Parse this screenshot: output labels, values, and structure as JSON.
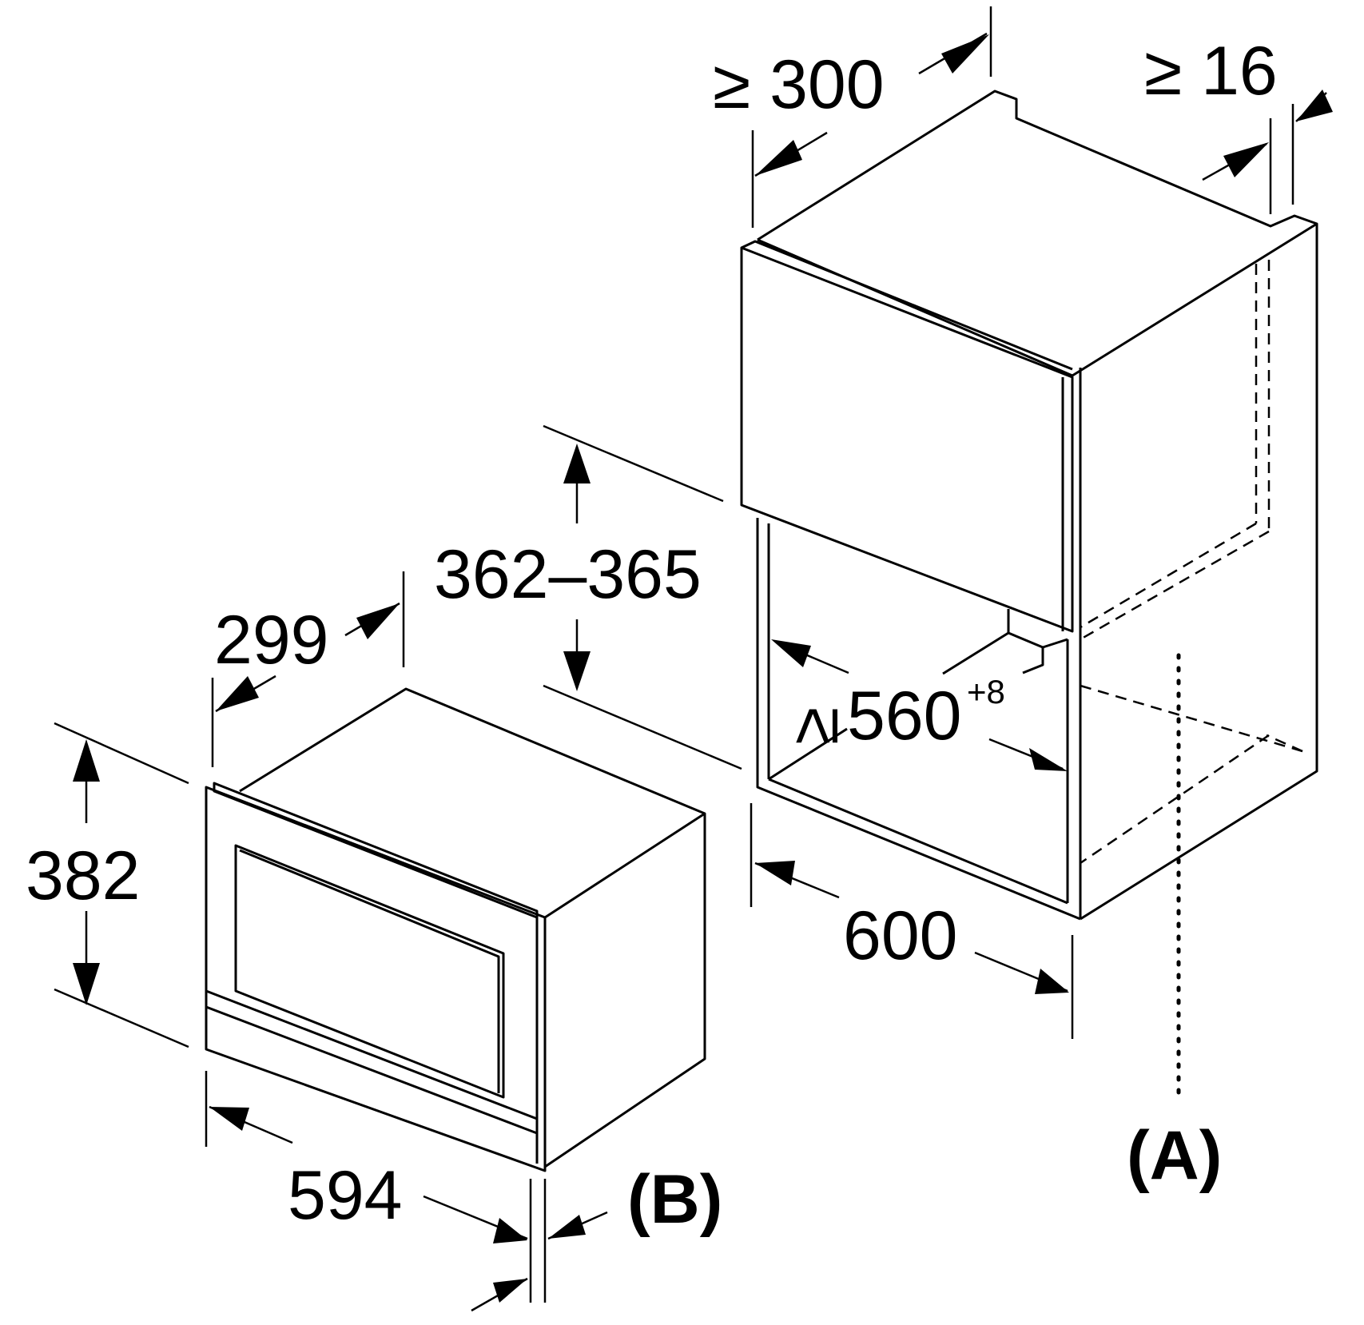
{
  "colors": {
    "stroke": "#000000",
    "background": "#ffffff"
  },
  "dimensions": {
    "cabinet_top_depth": "≥ 300",
    "cabinet_side_panel": "≥ 16",
    "niche_height": "362–365",
    "niche_width_value": "≥ 560",
    "niche_width_tolerance": "+8",
    "cabinet_width": "600",
    "appliance_depth": "299",
    "appliance_height": "382",
    "appliance_width": "594"
  },
  "labels": {
    "cabinet": "(A)",
    "appliance": "(B)"
  }
}
